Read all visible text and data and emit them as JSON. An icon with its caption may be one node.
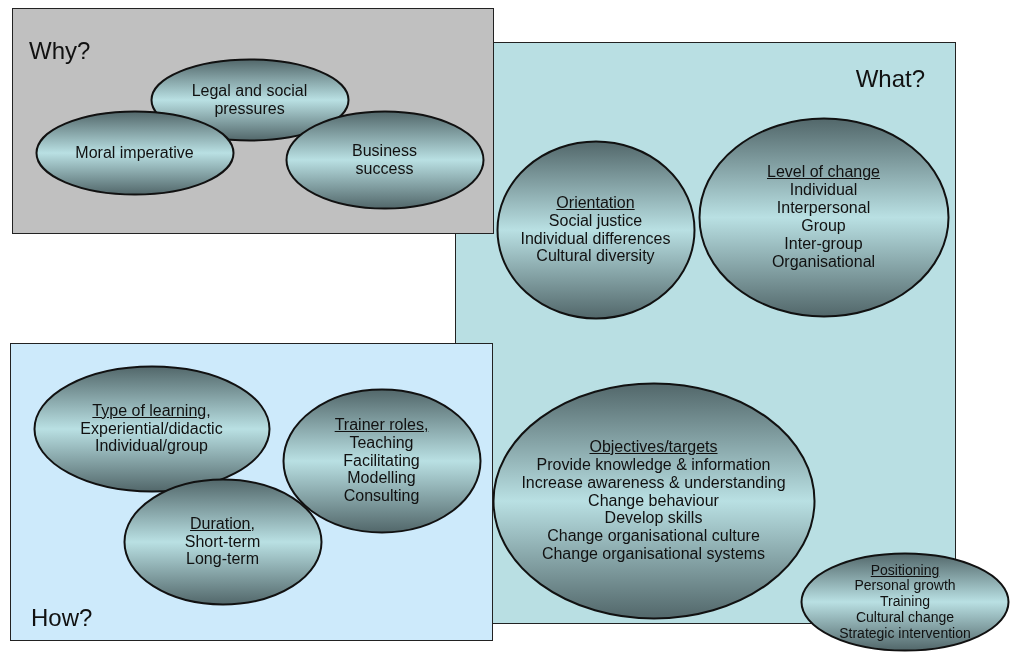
{
  "diagram": {
    "nodes": [
      {
        "text": [
          "Why?"
        ]
      },
      {
        "text": [
          "Legal and social pressures"
        ],
        "in": 0
      },
      {
        "text": [
          "Moral imperative"
        ],
        "in": 0
      },
      {
        "text": [
          "Business success"
        ],
        "in": 0
      },
      {
        "text": [
          "What?"
        ]
      },
      {
        "text": [
          "Orientation",
          "Social justice",
          "Individual differences",
          "Cultural diversity"
        ],
        "in": 4
      },
      {
        "text": [
          "Level of change",
          "Individual",
          "Interpersonal",
          "Group",
          "Inter-group",
          "Organisational"
        ],
        "in": 4
      },
      {
        "text": [
          "Objectives/targets",
          "Provide knowledge & information",
          "Increase awareness & understanding",
          "Change behaviour",
          "Develop skills",
          "Change organisational culture",
          "Change organisational systems"
        ],
        "in": 4
      },
      {
        "text": [
          "Positioning",
          "Personal growth",
          "Training",
          "Cultural change",
          "Strategic intervention"
        ]
      },
      {
        "text": [
          "How?"
        ]
      },
      {
        "text": [
          "Type of learning,",
          "Experiential/didactic",
          "Individual/group"
        ],
        "in": 9
      },
      {
        "text": [
          "Trainer roles,",
          "Teaching",
          "Facilitating",
          "Modelling",
          "Consulting"
        ],
        "in": 9
      },
      {
        "text": [
          "Duration,",
          "Short-term",
          "Long-term"
        ],
        "in": 9
      }
    ]
  }
}
